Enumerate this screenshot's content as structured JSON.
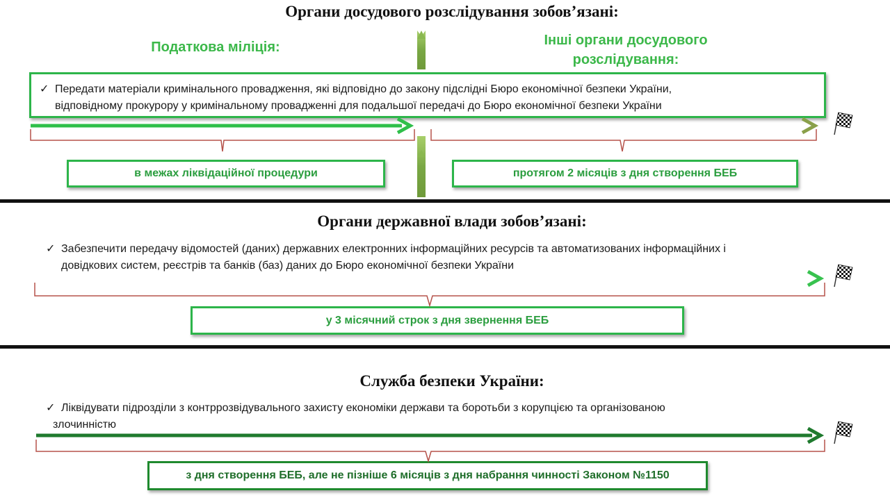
{
  "section1": {
    "title": "Органи досудового розслідування зобов’язані:",
    "left_head": "Податкова міліція:",
    "right_head": "Інші органи досудового розслідування:",
    "task_line1": "Передати матеріали  кримінального провадження, які відповідно до закону підслідні Бюро економічної безпеки України,",
    "task_line2": "відповідному прокурору у кримінальному провадженні для подальшої передачі до Бюро економічної безпеки України",
    "left_deadline": "в межах ліквідаційної процедури",
    "right_deadline": "протягом 2 місяців з дня створення БЕБ",
    "check": "✓"
  },
  "section2": {
    "title": "Органи державної влади зобов’язані:",
    "task_line1": "Забезпечити передачу відомостей (даних) державних електронних інформаційних ресурсів та автоматизованих інформаційних і",
    "task_line2": "довідкових систем, реєстрів та банків (баз) даних до Бюро економічної безпеки України",
    "deadline": "у 3 місячний строк з дня звернення БЕБ",
    "check": "✓"
  },
  "section3": {
    "title": "Служба безпеки України:",
    "task_line1": "Ліквідувати підрозділи з контррозвідувального захисту економіки держави та боротьби з корупцією та організованою",
    "task_line2": "злочинністю",
    "deadline": "з дня створення БЕБ, але не пізніше 6 місяців з дня набрання чинності Законом №1150",
    "check": "✓"
  },
  "colors": {
    "green_bright": "#2db54a",
    "green_olive": "#7a9a3a",
    "green_dark": "#1f7a2e",
    "brace_red": "#b5524a"
  },
  "icons": {
    "finish": "checkered-flag-icon",
    "bullet": "checkmark-icon"
  }
}
